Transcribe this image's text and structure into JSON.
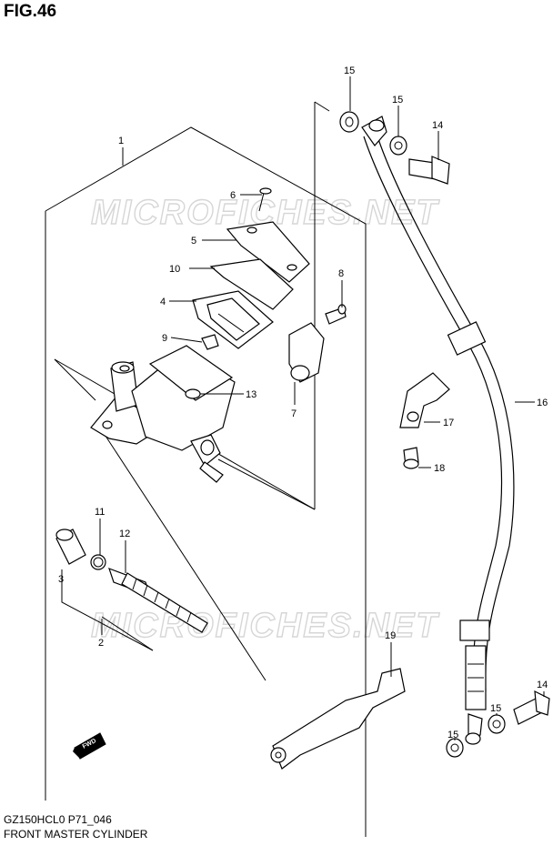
{
  "figure": {
    "title": "FIG.46",
    "model_code": "GZ150HCL0 P71_046",
    "diagram_name": "FRONT MASTER CYLINDER",
    "watermark": "MICROFICHES.NET",
    "forward_marker": "FWD"
  },
  "callouts": [
    {
      "id": "callout-1",
      "label": "1"
    },
    {
      "id": "callout-2",
      "label": "2"
    },
    {
      "id": "callout-3",
      "label": "3"
    },
    {
      "id": "callout-4",
      "label": "4"
    },
    {
      "id": "callout-5",
      "label": "5"
    },
    {
      "id": "callout-6",
      "label": "6"
    },
    {
      "id": "callout-7",
      "label": "7"
    },
    {
      "id": "callout-8",
      "label": "8"
    },
    {
      "id": "callout-9",
      "label": "9"
    },
    {
      "id": "callout-10",
      "label": "10"
    },
    {
      "id": "callout-11",
      "label": "11"
    },
    {
      "id": "callout-12",
      "label": "12"
    },
    {
      "id": "callout-13",
      "label": "13"
    },
    {
      "id": "callout-14-top",
      "label": "14"
    },
    {
      "id": "callout-14-bottom",
      "label": "14"
    },
    {
      "id": "callout-15-top-left",
      "label": "15"
    },
    {
      "id": "callout-15-top-right",
      "label": "15"
    },
    {
      "id": "callout-15-bottom-left",
      "label": "15"
    },
    {
      "id": "callout-15-bottom-right",
      "label": "15"
    },
    {
      "id": "callout-16",
      "label": "16"
    },
    {
      "id": "callout-17",
      "label": "17"
    },
    {
      "id": "callout-18",
      "label": "18"
    },
    {
      "id": "callout-19",
      "label": "19"
    }
  ]
}
